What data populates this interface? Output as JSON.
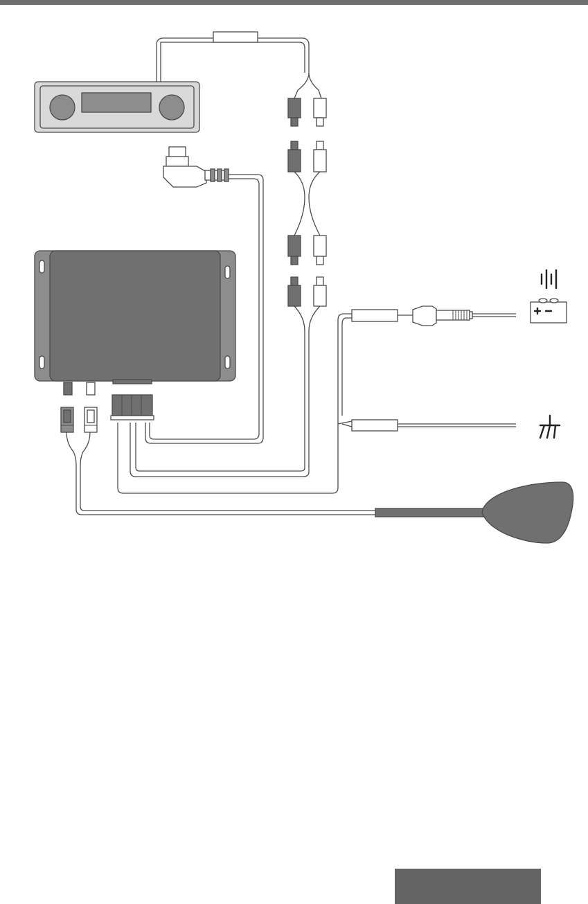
{
  "colors": {
    "top_rule": "#6e6e6e",
    "line": "#4a4a4a",
    "dark_fill": "#707070",
    "mid_fill": "#8d8d8d",
    "light_fill": "#d9d9d9",
    "white": "#ffffff",
    "footer_tab": "#646464"
  },
  "icons": {
    "battery": "battery-icon",
    "voltage": "power-supply-icon",
    "ground": "ground-icon"
  },
  "components": [
    "radio-head-unit",
    "antenna-adapter-plug",
    "rca-y-splitter-upper",
    "rca-y-splitter-lower",
    "interface-control-box",
    "wiring-harness-connector",
    "power-fuse-holder",
    "ground-inline-connector",
    "remote-sensor-pod"
  ]
}
